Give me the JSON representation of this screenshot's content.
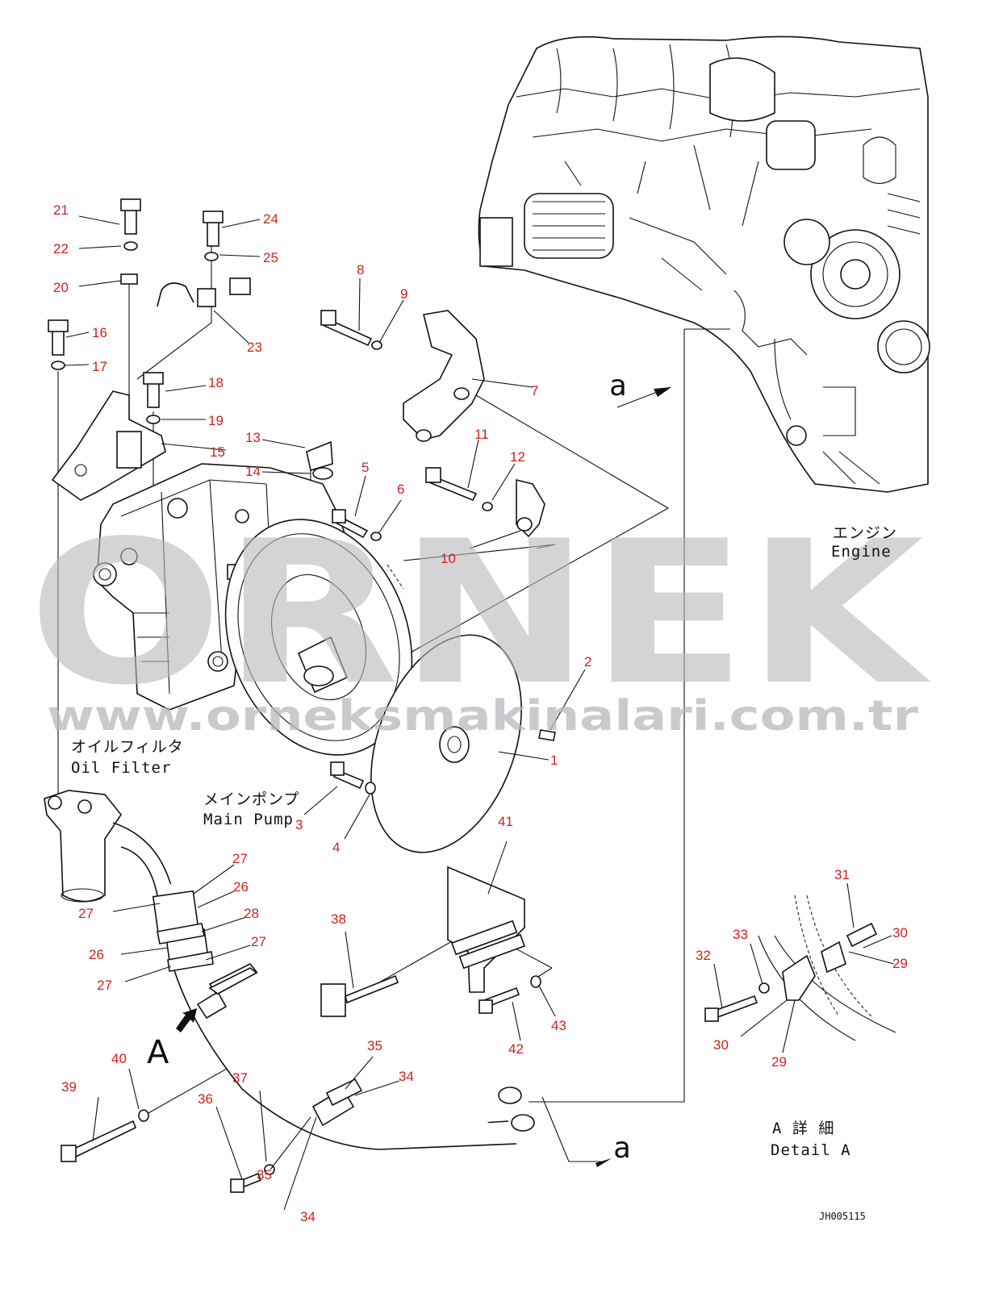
{
  "drawing": {
    "code": "JH005115",
    "watermark": {
      "brand": "ORNEK",
      "url": "www.orneksmakinalari.com.tr"
    },
    "labels": {
      "engine_jp": "エンジン",
      "engine_en": "Engine",
      "oil_filter_jp": "オイルフィルタ",
      "oil_filter_en": "Oil Filter",
      "main_pump_jp": "メインポンプ",
      "main_pump_en": "Main Pump",
      "detail_jp": "A 詳 細",
      "detail_en": "Detail A",
      "view_a": "A",
      "arrow_a_top": "a",
      "arrow_a_bottom": "a"
    },
    "callouts": [
      "1",
      "2",
      "3",
      "4",
      "5",
      "6",
      "7",
      "8",
      "9",
      "10",
      "11",
      "12",
      "13",
      "14",
      "15",
      "16",
      "17",
      "18",
      "19",
      "20",
      "21",
      "22",
      "23",
      "24",
      "25",
      "26",
      "26",
      "27",
      "27",
      "27",
      "27",
      "28",
      "29",
      "29",
      "30",
      "30",
      "31",
      "32",
      "33",
      "34",
      "34",
      "35",
      "35",
      "36",
      "37",
      "38",
      "39",
      "40",
      "41",
      "42",
      "43"
    ],
    "colors": {
      "callout": "#d21f1f",
      "line": "#111111",
      "watermark": "#b9b8bd"
    }
  }
}
